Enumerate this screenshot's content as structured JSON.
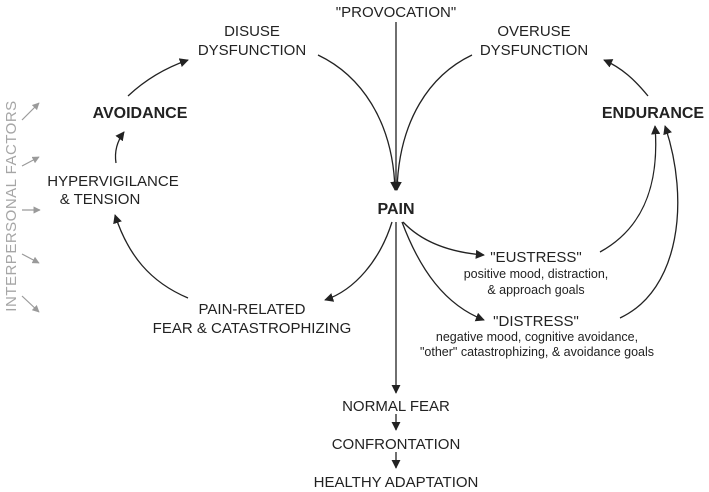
{
  "nodes": {
    "provocation": "\"PROVOCATION\"",
    "disuse_1": "DISUSE",
    "disuse_2": "DYSFUNCTION",
    "overuse_1": "OVERUSE",
    "overuse_2": "DYSFUNCTION",
    "avoidance": "AVOIDANCE",
    "endurance": "ENDURANCE",
    "hypervigilance_1": "HYPERVIGILANCE",
    "hypervigilance_2": "& TENSION",
    "pain": "PAIN",
    "fear_1": "PAIN-RELATED",
    "fear_2": "FEAR & CATASTROPHIZING",
    "eustress": "\"EUSTRESS\"",
    "eustress_desc_1": "positive mood, distraction,",
    "eustress_desc_2": "& approach goals",
    "distress": "\"DISTRESS\"",
    "distress_desc_1": "negative mood, cognitive avoidance,",
    "distress_desc_2": "\"other\" catastrophizing, & avoidance goals",
    "normal_fear": "NORMAL FEAR",
    "confrontation": "CONFRONTATION",
    "healthy_adaptation": "HEALTHY ADAPTATION"
  },
  "side_label": "INTERPERSONAL FACTORS",
  "colors": {
    "ink": "#222222",
    "side": "#a6a6a6"
  }
}
